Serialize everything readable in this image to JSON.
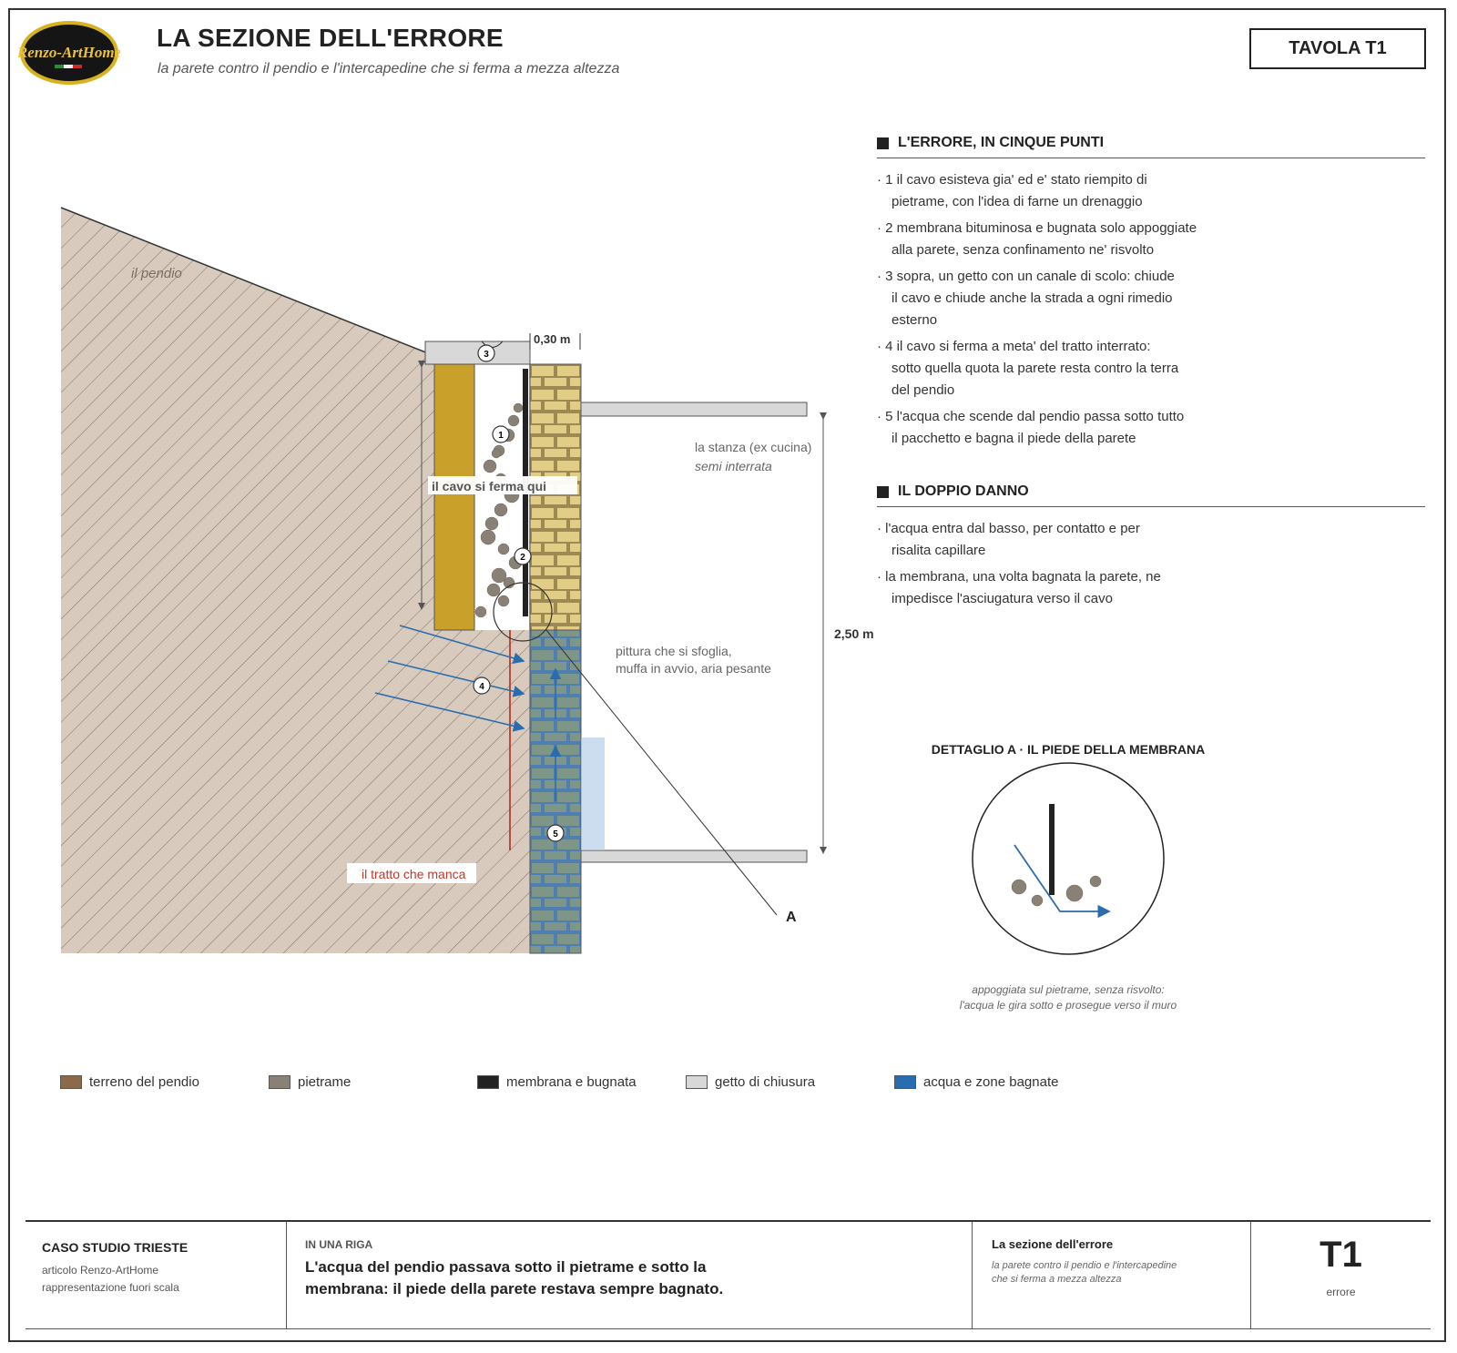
{
  "header": {
    "logo_text": "Renzo-ArtHome",
    "title": "LA SEZIONE DELL'ERRORE",
    "subtitle": "la parete contro il pendio e l'intercapedine che si ferma a mezza altezza",
    "sheet_label": "TAVOLA T1"
  },
  "diagram": {
    "slope_label": "il pendio",
    "thickness_label": "0,30 m",
    "cavity_stop_label": "il cavo si ferma qui",
    "room_label": "la stanza (ex cucina)",
    "room_sublabel": "semi interrata",
    "damage_note_1": "pittura che si sfoglia,",
    "damage_note_2": "muffa in avvio, aria pesante",
    "height_label": "2,50 m",
    "missing_label": "il tratto che manca",
    "detail_ref": "A",
    "markers": [
      "1",
      "2",
      "3",
      "4",
      "5"
    ]
  },
  "sections": [
    {
      "heading": "L'ERRORE, IN CINQUE PUNTI",
      "points": [
        "· 1 il cavo esisteva gia' ed e' stato riempito di\npietrame, con l'idea di farne un drenaggio",
        "· 2 membrana bituminosa e bugnata solo appoggiate\nalla parete, senza confinamento ne' risvolto",
        "· 3 sopra, un getto con un canale di scolo: chiude\nil cavo e chiude anche la strada a ogni rimedio\nesterno",
        "· 4 il cavo si ferma a meta' del tratto interrato:\nsotto quella quota la parete resta contro la terra\ndel pendio",
        "· 5 l'acqua che scende dal pendio passa sotto tutto\nil pacchetto e bagna il piede della parete"
      ]
    },
    {
      "heading": "IL DOPPIO DANNO",
      "points": [
        "· l'acqua entra dal basso, per contatto e per\nrisalita capillare",
        "· la membrana, una volta bagnata la parete, ne\nimpedisce l'asciugatura verso il cavo"
      ]
    }
  ],
  "detail": {
    "title": "DETTAGLIO A · IL PIEDE DELLA MEMBRANA",
    "caption_1": "appoggiata sul pietrame, senza risvolto:",
    "caption_2": "l'acqua le gira sotto e prosegue verso il muro"
  },
  "legend": [
    {
      "label": "terreno del pendio",
      "color": "#8a6a4a"
    },
    {
      "label": "pietrame",
      "color": "#8a8176"
    },
    {
      "label": "membrana e bugnata",
      "color": "#222222"
    },
    {
      "label": "getto di chiusura",
      "color": "#d8d8d8"
    },
    {
      "label": "acqua e zone bagnate",
      "color": "#2a6cb0"
    }
  ],
  "title_block": {
    "project": "CASO STUDIO TRIESTE",
    "meta_1": "articolo Renzo-ArtHome",
    "meta_2": "rappresentazione fuori scala",
    "oneline_label": "IN UNA RIGA",
    "oneline_1": "L'acqua del pendio passava sotto il pietrame e sotto la",
    "oneline_2": "membrana: il piede della parete restava sempre bagnato.",
    "ref_title": "La sezione dell'errore",
    "ref_sub_1": "la parete contro il pendio e l'intercapedine",
    "ref_sub_2": "che si ferma a mezza altezza",
    "code": "T1",
    "code_label": "errore"
  },
  "colors": {
    "soil": "#d8cbbd",
    "hatch": "#7d7166",
    "wall_brick": "#e2cd86",
    "wall_mortar": "#9c8a52",
    "cavity_board": "#c9a02a",
    "wet": "#2a6cb0",
    "missing": "#c0392b"
  }
}
